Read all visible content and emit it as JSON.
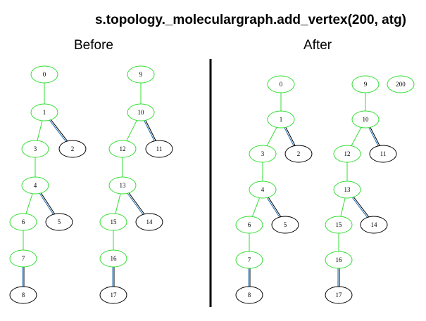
{
  "title": "s.topology._moleculargraph.add_vertex(200, atg)",
  "panels": [
    {
      "label": "Before",
      "nodes": [
        {
          "id": "0",
          "color": "green"
        },
        {
          "id": "1",
          "color": "green"
        },
        {
          "id": "2",
          "color": "black"
        },
        {
          "id": "3",
          "color": "green"
        },
        {
          "id": "4",
          "color": "green"
        },
        {
          "id": "5",
          "color": "black"
        },
        {
          "id": "6",
          "color": "green"
        },
        {
          "id": "7",
          "color": "green"
        },
        {
          "id": "8",
          "color": "black"
        },
        {
          "id": "9",
          "color": "green"
        },
        {
          "id": "10",
          "color": "green"
        },
        {
          "id": "11",
          "color": "black"
        },
        {
          "id": "12",
          "color": "green"
        },
        {
          "id": "13",
          "color": "green"
        },
        {
          "id": "14",
          "color": "black"
        },
        {
          "id": "15",
          "color": "green"
        },
        {
          "id": "16",
          "color": "green"
        },
        {
          "id": "17",
          "color": "black"
        }
      ],
      "edges": [
        {
          "from": "0",
          "to": "1",
          "type": "single"
        },
        {
          "from": "1",
          "to": "2",
          "type": "double"
        },
        {
          "from": "1",
          "to": "3",
          "type": "single"
        },
        {
          "from": "3",
          "to": "4",
          "type": "single"
        },
        {
          "from": "4",
          "to": "5",
          "type": "double"
        },
        {
          "from": "4",
          "to": "6",
          "type": "single"
        },
        {
          "from": "6",
          "to": "7",
          "type": "single"
        },
        {
          "from": "7",
          "to": "8",
          "type": "double"
        },
        {
          "from": "9",
          "to": "10",
          "type": "single"
        },
        {
          "from": "10",
          "to": "11",
          "type": "double"
        },
        {
          "from": "10",
          "to": "12",
          "type": "single"
        },
        {
          "from": "12",
          "to": "13",
          "type": "single"
        },
        {
          "from": "13",
          "to": "14",
          "type": "double"
        },
        {
          "from": "13",
          "to": "15",
          "type": "single"
        },
        {
          "from": "15",
          "to": "16",
          "type": "single"
        },
        {
          "from": "16",
          "to": "17",
          "type": "double"
        }
      ]
    },
    {
      "label": "After",
      "nodes": [
        {
          "id": "0",
          "color": "green"
        },
        {
          "id": "1",
          "color": "green"
        },
        {
          "id": "2",
          "color": "black"
        },
        {
          "id": "3",
          "color": "green"
        },
        {
          "id": "4",
          "color": "green"
        },
        {
          "id": "5",
          "color": "black"
        },
        {
          "id": "6",
          "color": "green"
        },
        {
          "id": "7",
          "color": "green"
        },
        {
          "id": "8",
          "color": "black"
        },
        {
          "id": "9",
          "color": "green"
        },
        {
          "id": "10",
          "color": "green"
        },
        {
          "id": "11",
          "color": "black"
        },
        {
          "id": "12",
          "color": "green"
        },
        {
          "id": "13",
          "color": "green"
        },
        {
          "id": "14",
          "color": "black"
        },
        {
          "id": "15",
          "color": "green"
        },
        {
          "id": "16",
          "color": "green"
        },
        {
          "id": "17",
          "color": "black"
        },
        {
          "id": "200",
          "color": "green"
        }
      ],
      "edges": [
        {
          "from": "0",
          "to": "1",
          "type": "single"
        },
        {
          "from": "1",
          "to": "2",
          "type": "double"
        },
        {
          "from": "1",
          "to": "3",
          "type": "single"
        },
        {
          "from": "3",
          "to": "4",
          "type": "single"
        },
        {
          "from": "4",
          "to": "5",
          "type": "double"
        },
        {
          "from": "4",
          "to": "6",
          "type": "single"
        },
        {
          "from": "6",
          "to": "7",
          "type": "single"
        },
        {
          "from": "7",
          "to": "8",
          "type": "double"
        },
        {
          "from": "9",
          "to": "10",
          "type": "single"
        },
        {
          "from": "10",
          "to": "11",
          "type": "double"
        },
        {
          "from": "10",
          "to": "12",
          "type": "single"
        },
        {
          "from": "12",
          "to": "13",
          "type": "single"
        },
        {
          "from": "13",
          "to": "14",
          "type": "double"
        },
        {
          "from": "13",
          "to": "15",
          "type": "single"
        },
        {
          "from": "15",
          "to": "16",
          "type": "single"
        },
        {
          "from": "16",
          "to": "17",
          "type": "double"
        }
      ]
    }
  ],
  "colors": {
    "green": "#33dd33",
    "black": "#000000",
    "double_edge_a": "#1f6fb4",
    "double_edge_b": "#000000",
    "divider": "#000000"
  }
}
